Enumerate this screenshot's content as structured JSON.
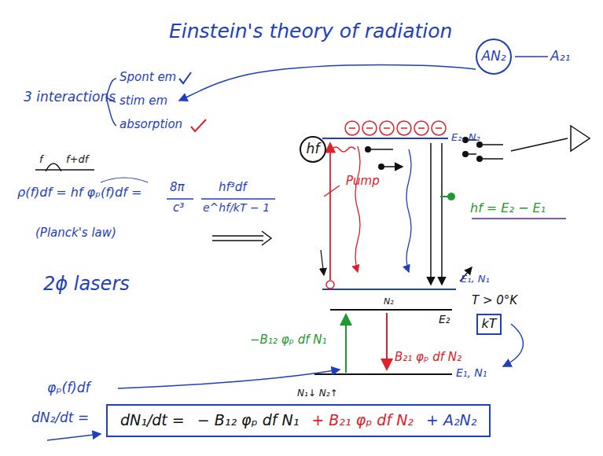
{
  "diagram": {
    "title": "Einstein's theory of radiation",
    "nodes": [
      {
        "text": [
          "AN₂"
        ]
      },
      {
        "text": [
          "hf"
        ]
      },
      {
        "text": [
          "kT"
        ]
      },
      {
        "text": [
          "dN₁/dt =",
          "− B₁₂ φₚ df N₁",
          "+ B₂₁ φₚ df N₂",
          "+ A₂N₂"
        ]
      }
    ],
    "labels": [
      "3 interactions",
      "Spont em",
      "stim em",
      "absorption",
      "A₂₁",
      "E₂, N₂",
      "Pump",
      "hf = E₂ − E₁",
      "f",
      "f+df",
      "ρ(f)df = hf φₚ(f)df =",
      "8π",
      "c³",
      "hf³df",
      "e^hf/kT − 1",
      "(Planck's law)",
      "E₁, N₁",
      "2ϕ lasers",
      "N₂",
      "T > 0°K",
      "E₂",
      "−B₁₂ φₚ df N₁",
      "B₂₁ φₚ df N₂",
      "E₁, N₁",
      "φₚ(f)df",
      "N₁↓ N₂↑",
      "dN₂/dt ="
    ]
  }
}
